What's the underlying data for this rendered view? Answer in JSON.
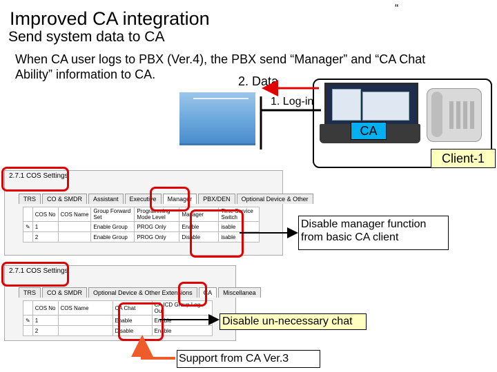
{
  "title": "Improved CA integration",
  "quote_mark": "“",
  "subtitle": "Send system data to CA",
  "body_line1": "When CA user logs to PBX (Ver.4), the PBX send “Manager” and “CA Chat",
  "body_line2": "Ability” information to CA.",
  "diagram": {
    "data_label": "2. Data",
    "login_label": "1. Log-in",
    "ca_label": "CA",
    "client_label": "Client-1"
  },
  "panel1": {
    "title": "2.7.1 COS Settings",
    "tabs": [
      "TRS",
      "CO & SMDR",
      "Assistant",
      "Executive",
      "Manager",
      "PBX/DEN",
      "Optional Device & Other"
    ],
    "headers": [
      "",
      "COS No",
      "COS Name",
      "Group Forward Set",
      "Programming Mode Level",
      "Manager",
      "Time Service Switch"
    ],
    "rows": [
      [
        "",
        "1",
        "",
        "Enable Group",
        "PROG Only",
        "Enable",
        "isable"
      ],
      [
        "",
        "2",
        "",
        "Enable Group",
        "PROG Only",
        "Disable",
        "isable"
      ]
    ]
  },
  "panel2": {
    "title": "2.7.1 COS Settings",
    "tabs": [
      "TRS",
      "CO & SMDR",
      "Optional Device & Other Extensions",
      "CA",
      "Miscellanea"
    ],
    "headers": [
      "",
      "COS No",
      "COS Name",
      "CA Chat",
      "CA ICD Group Log Out"
    ],
    "rows": [
      [
        "",
        "1",
        "",
        "Enable",
        "Enable"
      ],
      [
        "",
        "2",
        "",
        "Disable",
        "Enable"
      ]
    ]
  },
  "notes": {
    "manager": "Disable manager function from basic CA client",
    "chat": "Disable un-necessary chat",
    "support": "Support from CA Ver.3"
  },
  "colors": {
    "accent_red": "#e00000",
    "ca_blue": "#00b0f0",
    "note_yellow": "#ffffc0"
  }
}
